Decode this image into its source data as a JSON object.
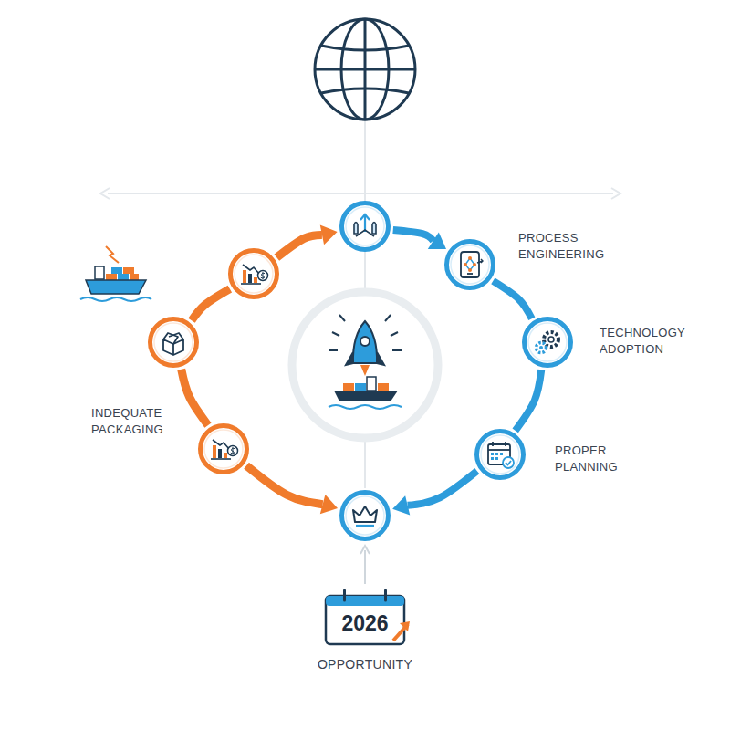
{
  "diagram": {
    "nodes": [
      {
        "text": [
          "PROCESS ENGINEERING"
        ]
      },
      {
        "text": [
          "TECHNOLOGY ADOPTION"
        ]
      },
      {
        "text": [
          "PROPER PLANNING"
        ]
      },
      {
        "text": [
          "2026",
          "OPPORTUNITY"
        ]
      }
    ],
    "edges": [
      {
        "from": 0,
        "to": 1,
        "arrow": "none"
      },
      {
        "from": 1,
        "to": 2,
        "arrow": "none"
      }
    ],
    "labels": [
      "INDEQUATE PACKAGING"
    ]
  }
}
